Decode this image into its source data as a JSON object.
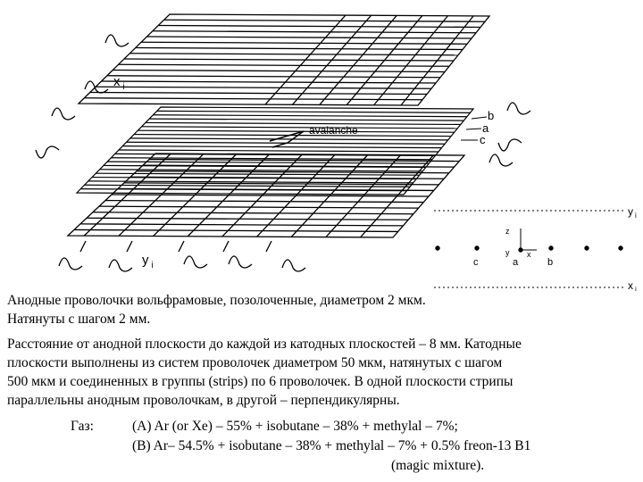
{
  "diagram": {
    "label_xi_left": "x",
    "label_xi_left_sub": "i",
    "label_yi_bottom": "y",
    "label_yi_bottom_sub": "i",
    "label_b": "b",
    "label_a": "a",
    "label_c": "c",
    "label_avalanche": "avalanche",
    "inset": {
      "label_yi": "y",
      "label_yi_sub": "i",
      "label_xi": "x",
      "label_xi_sub": "i",
      "label_z": "z",
      "label_y": "y",
      "label_x": "x",
      "label_c": "c",
      "label_a": "a",
      "label_b": "b"
    }
  },
  "text": {
    "p1_line1": "Анодные проволочки вольфрамовые, позолоченные, диаметром 2 мкм.",
    "p1_line2": "Натянуты с шагом 2 мм.",
    "p2_line1": "Расстояние от анодной плоскости до каждой из катодных плоскостей – 8 мм. Катодные",
    "p2_line2": "плоскости выполнены из систем проволочек диаметром 50 мкм, натянутых с шагом",
    "p2_line3": "500 мкм и соединенных в группы (strips) по 6 проволочек. В одной плоскости стрипы",
    "p2_line4": "параллельны анодным проволочкам, в другой – перпендикулярны.",
    "gas_label": "Газ:",
    "gas_a": "(A) Ar (or Xe) – 55% + isobutane – 38% + methylal – 7%;",
    "gas_b": "(B) Ar– 54.5% + isobutane – 38% + methylal – 7% + 0.5% freon-13 B1",
    "gas_c": "(magic mixture)."
  }
}
